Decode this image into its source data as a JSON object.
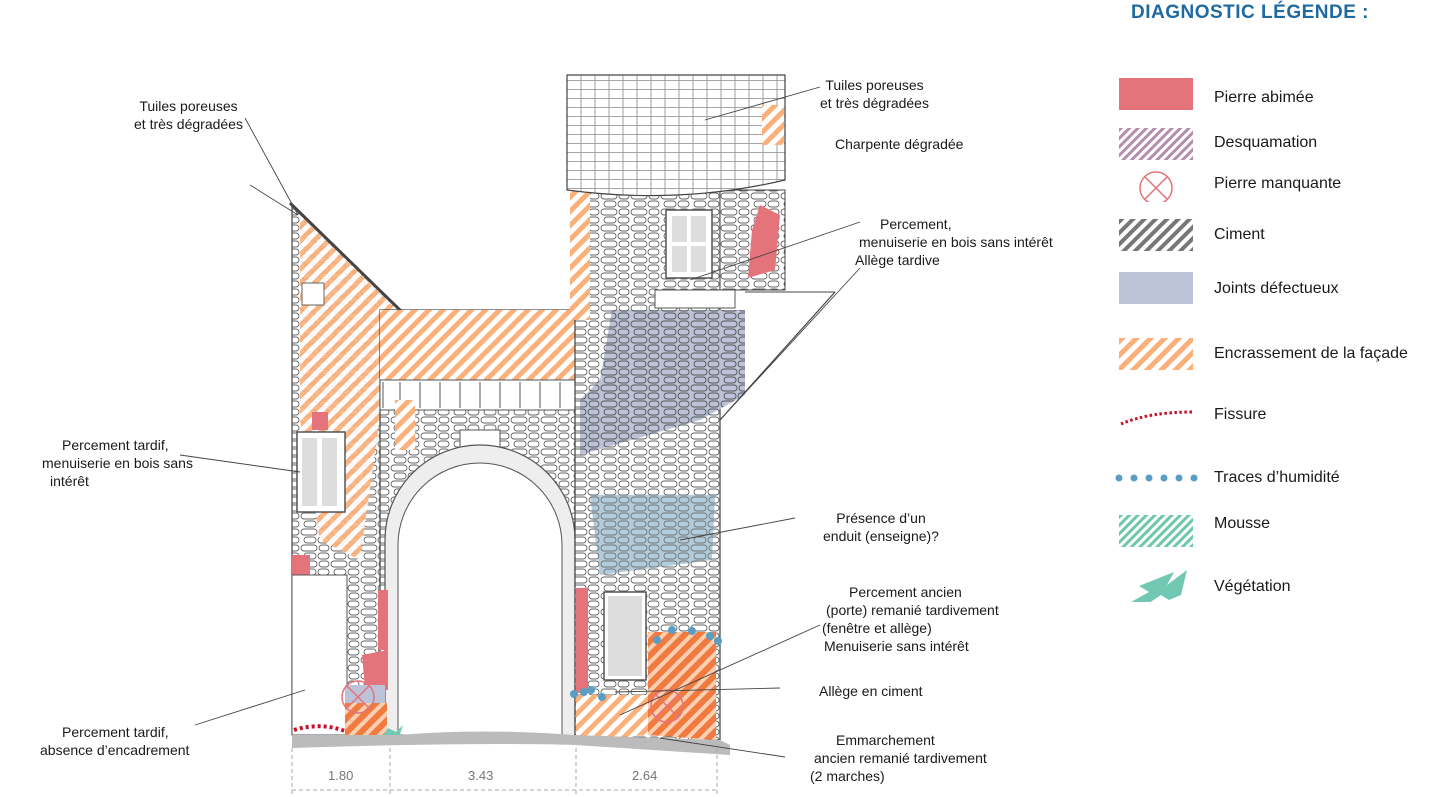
{
  "legend": {
    "title": "DIAGNOSTIC LÉGENDE :",
    "items": [
      {
        "label": "Pierre abimée",
        "icon": "damaged-stone-swatch",
        "color": "#e5737c"
      },
      {
        "label": "Desquamation",
        "icon": "desquamation-swatch",
        "color": "#b58cb0"
      },
      {
        "label": "Pierre manquante",
        "icon": "missing-stone-icon",
        "color": "#e5737c"
      },
      {
        "label": "Ciment",
        "icon": "cement-swatch",
        "color": "#777777"
      },
      {
        "label": "Joints défectueux",
        "icon": "defective-joints-swatch",
        "color": "#bcc2d8"
      },
      {
        "label": "Encrassement de la façade",
        "icon": "fouling-swatch",
        "color": "#fbb07a"
      },
      {
        "label": "Fissure",
        "icon": "crack-icon",
        "color": "#c8102e"
      },
      {
        "label": "Traces d’humidité",
        "icon": "humidity-icon",
        "color": "#5b9ec4"
      },
      {
        "label": "Mousse",
        "icon": "moss-swatch",
        "color": "#6cc7ab"
      },
      {
        "label": "Végétation",
        "icon": "vegetation-icon",
        "color": "#72c8b2"
      }
    ]
  },
  "annotations": {
    "tiles_left": [
      "Tuiles poreuses",
      "et très dégradées"
    ],
    "tiles_right": [
      "Tuiles poreuses",
      "et très dégradées"
    ],
    "frame": "Charpente dégradée",
    "opening_top": [
      "Percement,",
      "menuiserie en bois sans intérêt",
      "Allège tardive"
    ],
    "late_opening": [
      "Percement tardif,",
      "menuiserie en bois sans",
      "intérêt"
    ],
    "render": [
      "Présence d’un",
      "enduit (enseigne)?"
    ],
    "old_opening": [
      "Percement ancien",
      "(porte) remanié tardivement",
      "(fenêtre et allège)",
      "Menuiserie sans intérêt"
    ],
    "cement_sill": "Allège en ciment",
    "late_opening_bottom": [
      "Percement tardif,",
      "absence d’encadrement"
    ],
    "steps": [
      "Emmarchement",
      "ancien remanié tardivement",
      "(2 marches)"
    ]
  },
  "dimensions": [
    "1.80",
    "3.43",
    "2.64"
  ]
}
